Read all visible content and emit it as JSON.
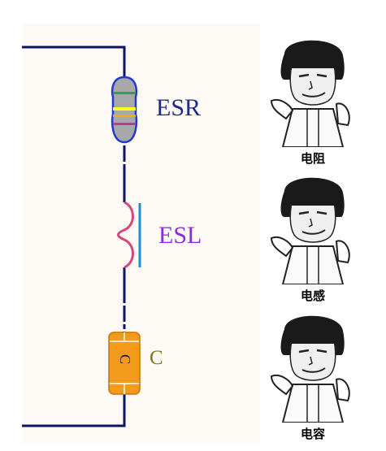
{
  "components": {
    "esr": {
      "label": "ESR",
      "color": "#1d2a8c"
    },
    "esl": {
      "label": "ESL",
      "color": "#8a2be2"
    },
    "c": {
      "label": "C",
      "color": "#7a7a1a",
      "body_text": "C"
    }
  },
  "captions": {
    "resistor": "电阻",
    "inductor": "电感",
    "capacitor": "电容"
  },
  "colors": {
    "wire": "#0b1560",
    "resistor_body": "#a8a8a8",
    "resistor_outline": "#1f3ccf",
    "inductor_coil": "#d6457e",
    "inductor_core": "#1a8fd0",
    "capacitor_body": "#f39a1c",
    "panel_bg": "#fdf9f5"
  },
  "icons": {
    "meme_face": "meme-face-icon"
  }
}
